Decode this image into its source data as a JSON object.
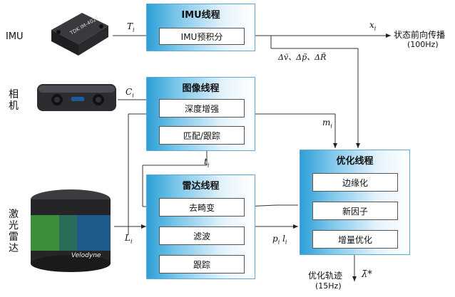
{
  "sensors": {
    "imu": "IMU",
    "camera": "相机",
    "lidar": "激光雷达",
    "imu_device_text": "TDK IM-4024",
    "lidar_brand": "Velodyne"
  },
  "signals": {
    "imu": "T",
    "imu_sub": "i",
    "camera": "C",
    "camera_sub": "i",
    "lidar": "L",
    "lidar_sub": "i",
    "t": "t",
    "t_sub": "i",
    "m": "m",
    "m_sub": "i",
    "x": "x",
    "x_sub": "i",
    "pl": "p",
    "pl_sub": "i",
    "pl2": "l",
    "pl2_sub": "i",
    "delta": "Δṽ、Δp̃、ΔR̃"
  },
  "modules": {
    "imu": {
      "title": "IMU线程",
      "steps": [
        "IMU预积分"
      ]
    },
    "image": {
      "title": "图像线程",
      "steps": [
        "深度增强",
        "匹配/跟踪"
      ]
    },
    "lidar": {
      "title": "雷达线程",
      "steps": [
        "去畸变",
        "滤波",
        "跟踪"
      ]
    },
    "opt": {
      "title": "优化线程",
      "steps": [
        "边缘化",
        "新因子",
        "增量优化"
      ]
    }
  },
  "outputs": {
    "state": "状态前向传播",
    "state_rate": "(100Hz)",
    "traj": "优化轨迹",
    "traj_rate": "(15Hz)",
    "traj_symbol": "λ̄*"
  }
}
